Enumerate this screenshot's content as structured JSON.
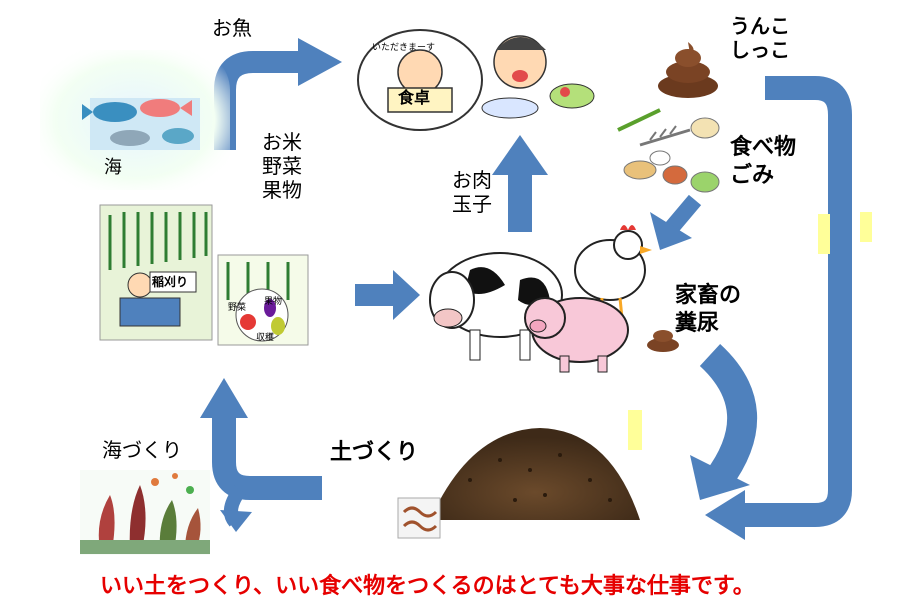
{
  "labels": {
    "fish": "お魚",
    "sea": "海",
    "crops": "お米\n野菜\n果物",
    "meat_eggs": "お肉\n玉子",
    "excreta": "うんこ\nしっこ",
    "food_waste": "食べ物\nごみ",
    "manure": "家畜の\n糞尿",
    "soil_making": "土づくり",
    "sea_making": "海づくり"
  },
  "icons": {
    "table_sign": "食卓",
    "table_banner": "いただきまーす",
    "harvest_sign": "稲刈り",
    "veg_sign_1": "野菜",
    "veg_sign_2": "果物",
    "veg_sign_3": "収穫"
  },
  "caption": "いい土をつくり、いい食べ物をつくるのはとても大事な仕事です。",
  "colors": {
    "arrow": "#4f81bd",
    "caption": "#e60000",
    "highlight": "#ffff99"
  }
}
